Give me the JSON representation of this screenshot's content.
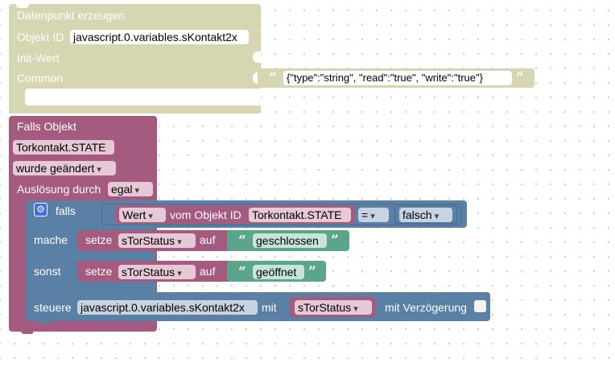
{
  "create_block": {
    "title": "Datenpunkt erzeugen",
    "object_id_label": "Objekt ID",
    "object_id_value": "javascript.0.variables.sKontakt2x",
    "init_label": "Init-Wert",
    "common_label": "Common",
    "common_value": "{\"type\":\"string\", \"read\":\"true\", \"write\":\"true\"}"
  },
  "trigger_block": {
    "title": "Falls Objekt",
    "object": "Torkontakt.STATE",
    "condition": "wurde geändert",
    "trigger_label": "Auslösung durch",
    "trigger_value": "egal"
  },
  "if_block": {
    "if_label": "falls",
    "then_label": "mache",
    "else_label": "sonst",
    "value_select": "Wert",
    "from_object_label": "vom Objekt ID",
    "object": "Torkontakt.STATE",
    "operator": "=",
    "compare_value": "falsch",
    "then_set_label": "setze",
    "then_var": "sTorStatus",
    "then_to": "auf",
    "then_text": "geschlossen",
    "else_set_label": "setze",
    "else_var": "sTorStatus",
    "else_to": "auf",
    "else_text": "geöffnet"
  },
  "control_block": {
    "label": "steuere",
    "object_id": "javascript.0.variables.sKontakt2x",
    "with_label": "mit",
    "var": "sTorStatus",
    "delay_label": "mit Verzögerung",
    "delay_checked": false
  },
  "colors": {
    "create": "#d4d4b0",
    "trigger": "#a55b80",
    "logic": "#5b80a5",
    "text": "#5ba58c"
  }
}
